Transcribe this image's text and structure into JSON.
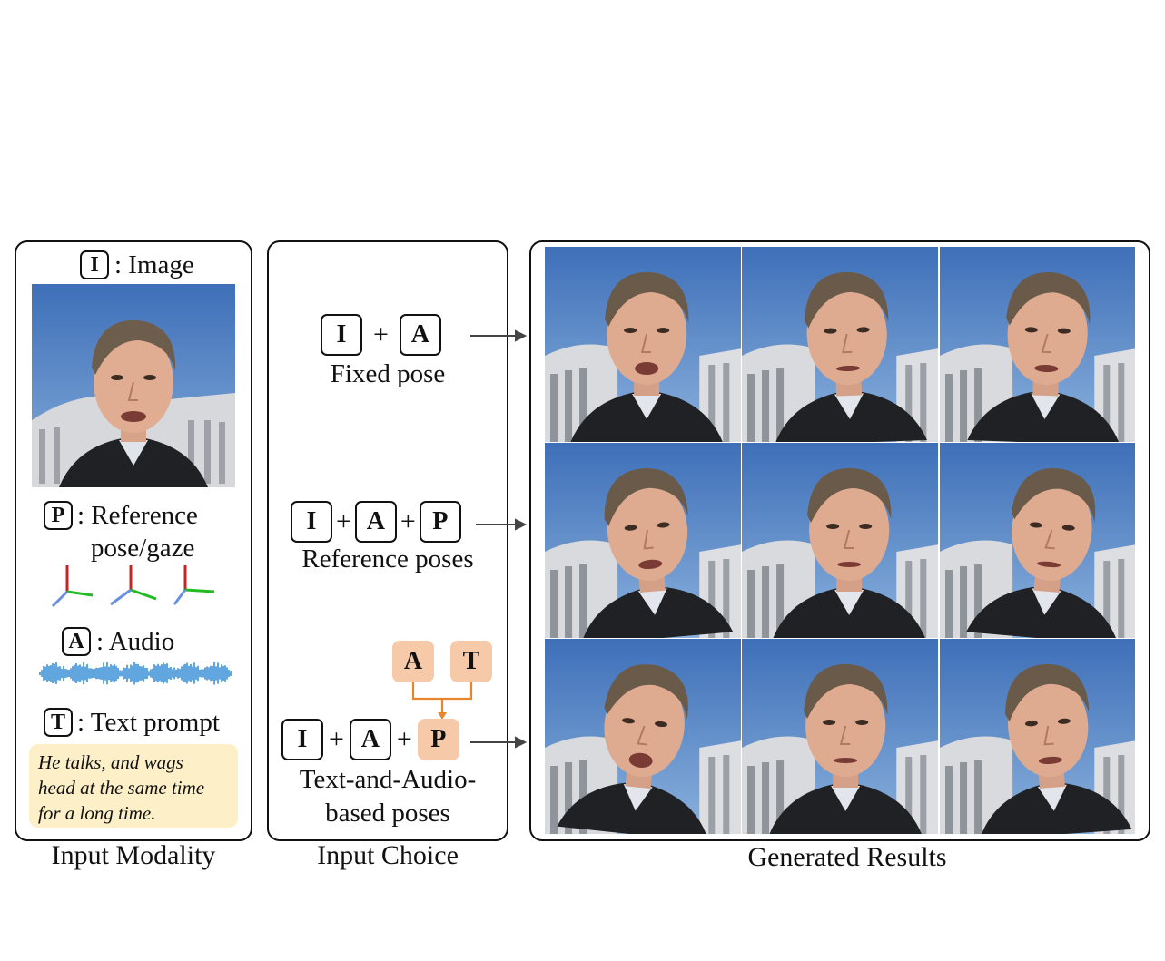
{
  "modality": {
    "image": {
      "key": "I",
      "label": ": Image"
    },
    "pose": {
      "key": "P",
      "label_line1": ": Reference",
      "label_line2": "pose/gaze"
    },
    "audio": {
      "key": "A",
      "label": ": Audio"
    },
    "text": {
      "key": "T",
      "label": ": Text prompt"
    },
    "prompt_lines": [
      "He talks, and wags",
      "head at the same time",
      "for a long time."
    ],
    "caption": "Input Modality"
  },
  "choice": {
    "row1": {
      "keys": [
        "I",
        "A"
      ],
      "ops": [
        "+"
      ],
      "label": "Fixed pose"
    },
    "row2": {
      "keys": [
        "I",
        "A",
        "P"
      ],
      "ops": [
        "+",
        "+"
      ],
      "label": "Reference poses"
    },
    "row3": {
      "keys": [
        "I",
        "A",
        "P"
      ],
      "ops": [
        "+",
        "+"
      ],
      "fusion_keys": [
        "A",
        "T"
      ],
      "label_line1": "Text-and-Audio-",
      "label_line2": "based poses"
    },
    "caption": "Input Choice"
  },
  "results": {
    "rows": 3,
    "cols": 3,
    "caption": "Generated Results"
  },
  "colors": {
    "highlight": "#f6c9a9",
    "fusion_arrow": "#e8862f",
    "prompt_bg": "#fdf0c8",
    "axis_x": "#22bb22",
    "axis_y": "#cc2222",
    "axis_z": "#6a8fe0",
    "waveform": "#3a8fd6"
  }
}
